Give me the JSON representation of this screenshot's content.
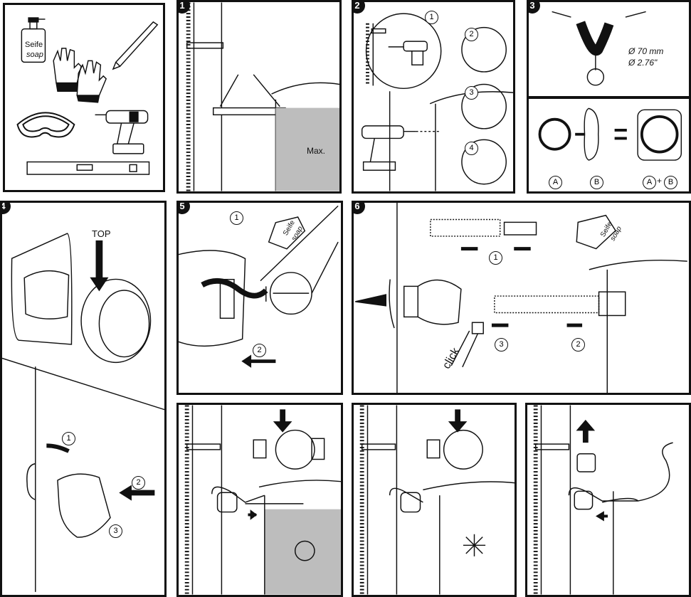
{
  "steps": [
    "1",
    "2",
    "3",
    "4",
    "5",
    "6"
  ],
  "tools": {
    "soap_de": "Seife",
    "soap_en": "soap"
  },
  "step1": {
    "max_label": "Max."
  },
  "step2": {
    "callouts": [
      "1",
      "2",
      "3",
      "4"
    ]
  },
  "step3": {
    "diameter_mm": "Ø 70 mm",
    "diameter_in": "Ø 2.76\"",
    "parts": [
      "A",
      "B",
      "A",
      "B"
    ],
    "plus": "+"
  },
  "step4": {
    "top_label": "TOP",
    "callouts": [
      "1",
      "2",
      "3"
    ]
  },
  "step5": {
    "callouts": [
      "1",
      "2"
    ],
    "soap_de": "Seife",
    "soap_en": "soap"
  },
  "step6": {
    "callouts": [
      "1",
      "2",
      "3"
    ],
    "click_label": "click",
    "soap_de": "Seife",
    "soap_en": "soap"
  }
}
